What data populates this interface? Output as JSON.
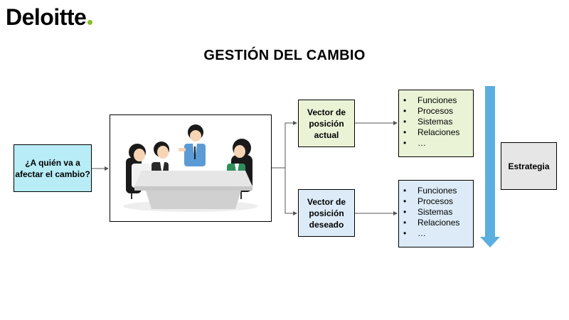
{
  "brand": {
    "name": "Deloitte",
    "dot_color": "#86bc25"
  },
  "title": "GESTIÓN DEL CAMBIO",
  "question": "¿A quién va a afectar el cambio?",
  "vector_actual": "Vector de posición actual",
  "vector_deseado": "Vector de posición deseado",
  "list_actual": [
    "Funciones",
    "Procesos",
    "Sistemas",
    "Relaciones",
    "…"
  ],
  "list_deseado": [
    "Funciones",
    "Procesos",
    "Sistemas",
    "Relaciones",
    "…"
  ],
  "estrategia": "Estrategia",
  "colors": {
    "question_bg": "#b8ecf6",
    "actual_bg": "#eaf3d6",
    "deseado_bg": "#dcebf7",
    "estrategia_bg": "#e6e6e6",
    "arrow": "#5aaee0"
  }
}
